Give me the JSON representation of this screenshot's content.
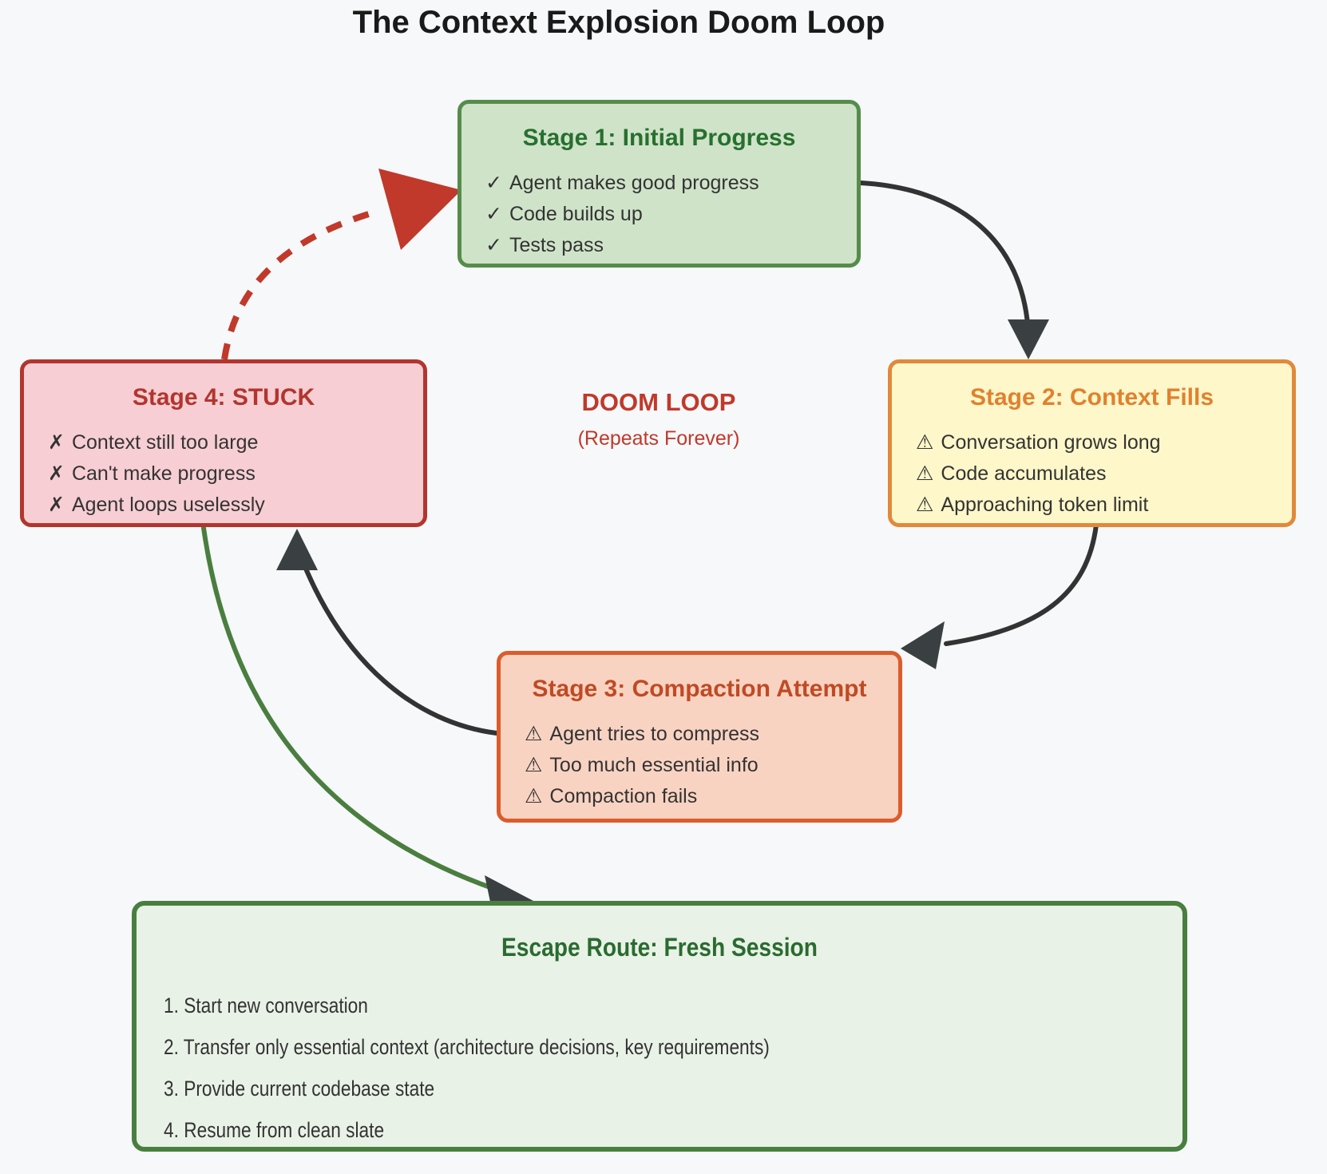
{
  "title": "The Context Explosion Doom Loop",
  "background": "#f6f8fa",
  "center_label": {
    "text": "DOOM LOOP",
    "subtext": "(Repeats Forever)",
    "color": "#c0392b"
  },
  "arrows": {
    "line_color": "#333333",
    "head_color": "#3a3f42",
    "loop_line_color": "#c0392b",
    "loop_head_color": "#c0392b",
    "escape_line_color": "#4a7e3f"
  },
  "stages": [
    {
      "title": "Stage 1: Initial Progress",
      "title_color": "#27702e",
      "fill": "#cfe3c9",
      "border": "#568c4a",
      "items": [
        {
          "icon": "✓",
          "text": "Agent makes good progress"
        },
        {
          "icon": "✓",
          "text": "Code builds up"
        },
        {
          "icon": "✓",
          "text": "Tests pass"
        }
      ]
    },
    {
      "title": "Stage 2: Context Fills",
      "title_color": "#e0812f",
      "fill": "#fdf7c9",
      "border": "#e1893b",
      "items": [
        {
          "icon": "⚠",
          "text": "Conversation grows long"
        },
        {
          "icon": "⚠",
          "text": "Code accumulates"
        },
        {
          "icon": "⚠",
          "text": "Approaching token limit"
        }
      ]
    },
    {
      "title": "Stage 3: Compaction Attempt",
      "title_color": "#c04a24",
      "fill": "#f9d3c2",
      "border": "#dc5c2c",
      "items": [
        {
          "icon": "⚠",
          "text": "Agent tries to compress"
        },
        {
          "icon": "⚠",
          "text": "Too much essential info"
        },
        {
          "icon": "⚠",
          "text": "Compaction fails"
        }
      ]
    },
    {
      "title": "Stage 4: STUCK",
      "title_color": "#b2352e",
      "fill": "#f7ced3",
      "border": "#b2352e",
      "items": [
        {
          "icon": "✗",
          "text": "Context still too large"
        },
        {
          "icon": "✗",
          "text": "Can't make progress"
        },
        {
          "icon": "✗",
          "text": "Agent loops uselessly"
        }
      ]
    }
  ],
  "escape": {
    "title": "Escape Route: Fresh Session",
    "title_color": "#2a6b30",
    "fill": "#e9f2e7",
    "border": "#497f3e",
    "items": [
      "1. Start new conversation",
      "2. Transfer only essential context (architecture decisions, key requirements)",
      "3. Provide current codebase state",
      "4. Resume from clean slate"
    ]
  }
}
